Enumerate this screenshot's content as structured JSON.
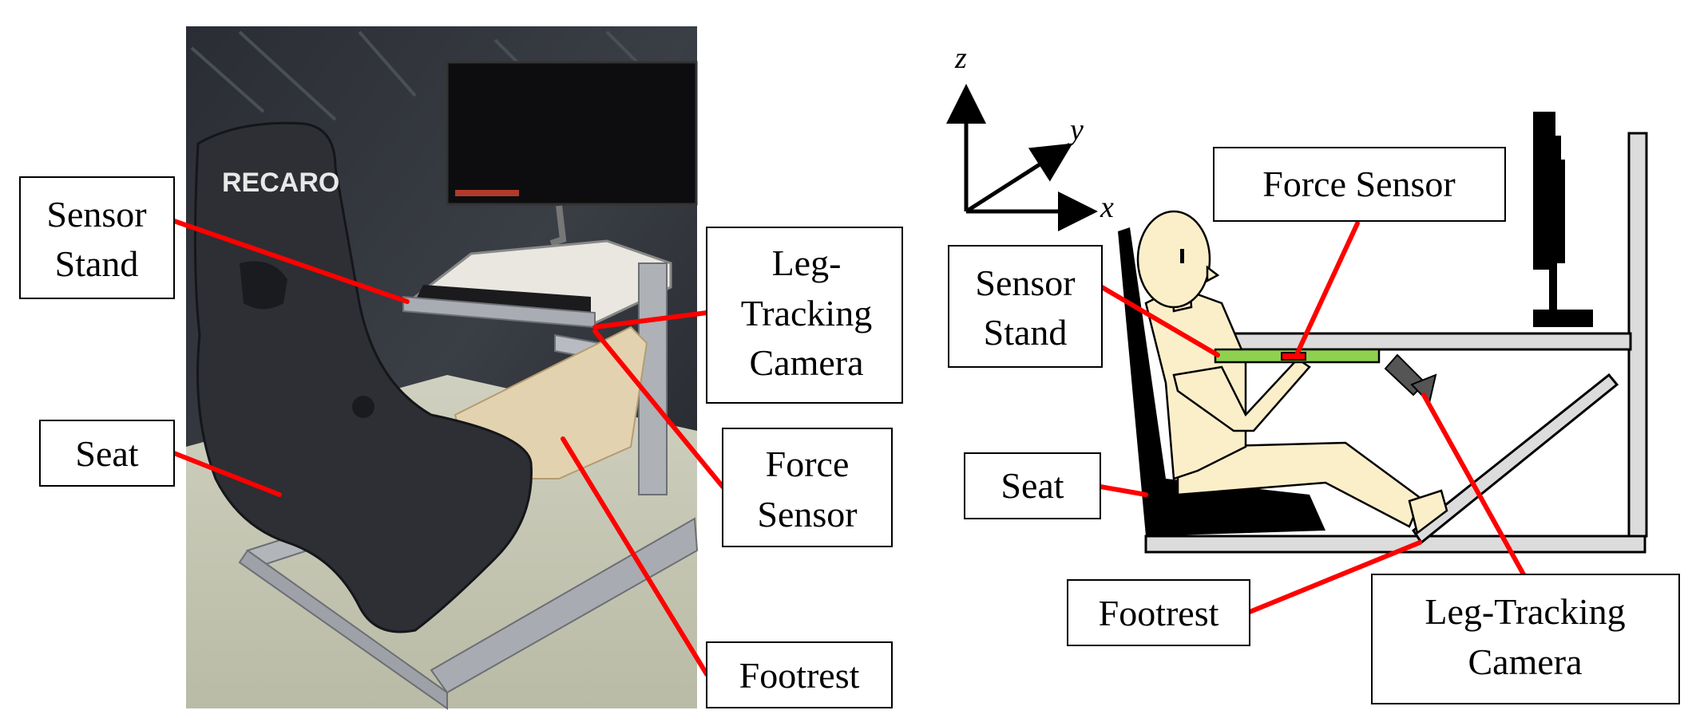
{
  "photo_labels": {
    "sensor_stand": [
      "Sensor",
      "Stand"
    ],
    "leg_tracking_camera": [
      "Leg-",
      "Tracking",
      "Camera"
    ],
    "seat": "Seat",
    "force_sensor": [
      "Force",
      "Sensor"
    ],
    "footrest": "Footrest",
    "seat_logo": "RECARO"
  },
  "diagram_labels": {
    "force_sensor": "Force Sensor",
    "sensor_stand": [
      "Sensor",
      "Stand"
    ],
    "seat": "Seat",
    "footrest": "Footrest",
    "leg_tracking_camera": [
      "Leg-Tracking",
      "Camera"
    ]
  },
  "axes": {
    "x": "x",
    "y": "y",
    "z": "z"
  },
  "colors": {
    "leader_line": "#ff0000",
    "sensor_plate": "#8fd14f",
    "force_sensor": "#ff0000",
    "body_skin": "#fbefc9",
    "frame": "#dcdcdc",
    "seat": "#000000"
  }
}
